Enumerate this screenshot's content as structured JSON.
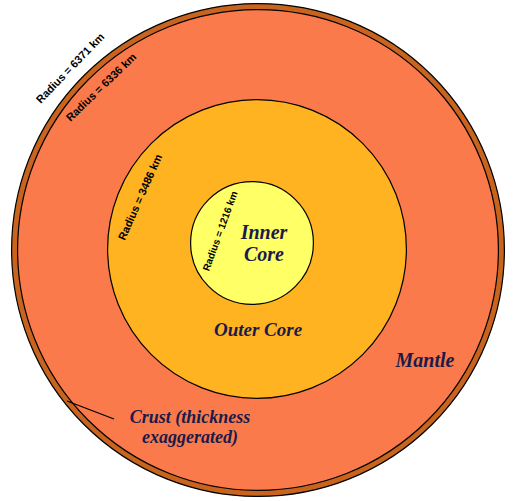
{
  "diagram": {
    "nodes": [
      {
        "text": [
          "Radius = 6371 km"
        ]
      },
      {
        "text": [
          "Radius = 6336 km",
          "Mantle"
        ],
        "in": 0
      },
      {
        "text": [
          "Radius = 3486 km",
          "Outer Core"
        ],
        "in": 1
      },
      {
        "text": [
          "Radius = 1216 km",
          "Inner Core"
        ],
        "in": 2
      }
    ],
    "labels": [
      "Crust (thickness exaggerated)"
    ]
  }
}
